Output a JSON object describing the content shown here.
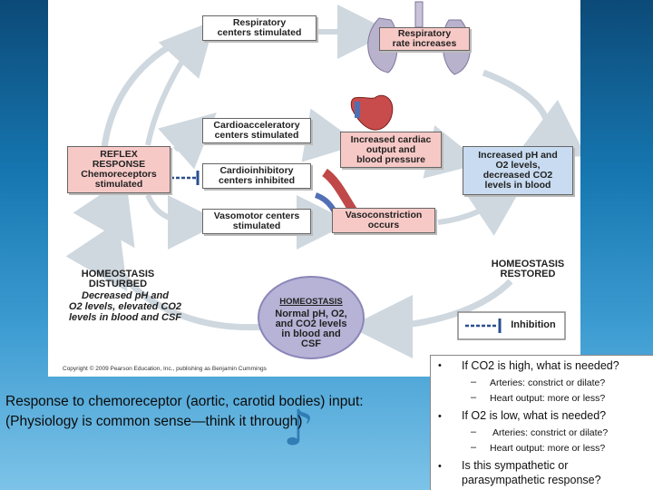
{
  "diagram": {
    "boxes": {
      "resp_centers": "Respiratory\ncenters stimulated",
      "resp_rate": "Respiratory\nrate increases",
      "cardioaccel": "Cardioacceleratory\ncenters stimulated",
      "cardiac_output": "Increased cardiac\noutput and\nblood pressure",
      "reflex": "REFLEX\nRESPONSE\nChemoreceptors\nstimulated",
      "cardioinhib": "Cardioinhibitory\ncenters inhibited",
      "increased_ph": "Increased pH and\nO2 levels,\ndecreased CO2\nlevels in blood",
      "vasomotor": "Vasomotor centers\nstimulated",
      "vasoconstriction": "Vasoconstriction\noccurs"
    },
    "homeostasis_disturbed_title": "HOMEOSTASIS\nDISTURBED",
    "homeostasis_disturbed_body": "Decreased pH and\nO2 levels, elevated CO2\nlevels in blood and CSF",
    "homeostasis_restored": "HOMEOSTASIS\nRESTORED",
    "homeostasis_center_title": "HOMEOSTASIS",
    "homeostasis_center_body": "Normal pH, O2,\nand CO2 levels\nin blood and\nCSF",
    "legend_inhibition": "Inhibition",
    "copyright": "Copyright © 2009 Pearson Education, Inc., publishing as Benjamin Cummings",
    "colors": {
      "pink": "#f7c9c6",
      "blue": "#c8dbf0",
      "arrow": "#cfd8df",
      "inhibit": "#2a4f8f"
    }
  },
  "caption": {
    "line1": "Response to chemoreceptor (aortic, carotid bodies) input:",
    "line2": "(Physiology is common sense—think it through)"
  },
  "questions": {
    "q1": "If CO2 is high, what is needed?",
    "q1_a": "Arteries:  constrict or dilate?",
    "q1_b": "Heart output:  more or less?",
    "q2": "If O2 is low, what is needed?",
    "q2_a": "Arteries: constrict or dilate?",
    "q2_b": "Heart output:  more or less?",
    "q3_line1": "Is this sympathetic or",
    "q3_line2": "parasympathetic response?",
    "bullet": "•",
    "dash": "–"
  }
}
